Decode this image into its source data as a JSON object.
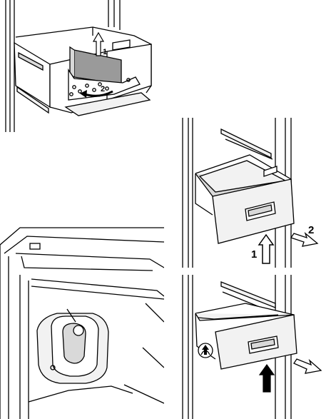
{
  "page": {
    "background": "#ffffff"
  },
  "colors": {
    "line": "#000000",
    "shade": "#d9d9d9",
    "light": "#f2f2f2",
    "dark": "#9a9a9a"
  },
  "figures": {
    "divider_removal": {
      "step1": "1",
      "step2": "2"
    },
    "drawer_lift": {
      "step1": "1",
      "step2": "2"
    },
    "drawer_slide": {},
    "air_outlet": {}
  },
  "icons": [
    "up-arrow-icon",
    "curved-arrow-icon",
    "pull-out-arrow-icon",
    "lock-arrow-icon"
  ]
}
